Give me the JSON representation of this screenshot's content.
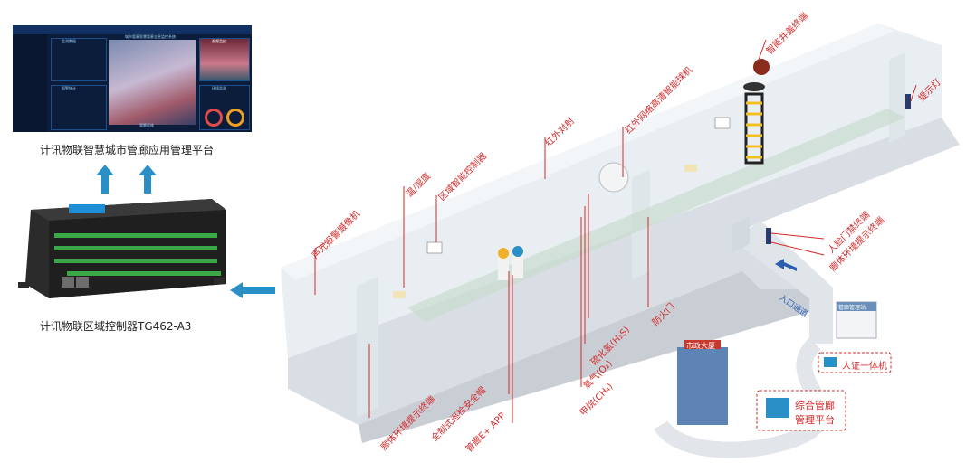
{
  "platform": {
    "caption": "计讯物联智慧城市管廊应用管理平台",
    "screen_title": "城市管廊智慧管廊全息监控系统",
    "panel_titles": [
      "监测数据",
      "视频监控",
      "环境监测",
      "报警统计"
    ],
    "bottom_label": "管廊运维"
  },
  "controller": {
    "caption": "计讯物联区域控制器TG462-A3"
  },
  "labels": {
    "sound_light_camera": "声光报警摄像机",
    "temp_humidity": "温/湿度",
    "zone_controller": "区域智能控制器",
    "infrared_beam": "红外对射",
    "ir_ball_camera": "红外网络高清智能球机",
    "smart_manhole": "智能井盖终端",
    "indicator_light": "提示灯",
    "access_control": "人脸门禁终端",
    "env_display_right": "廊体环境提示终端",
    "fire_door": "防火门",
    "h2s": "硫化氢(H₂S)",
    "o2": "氧气(O₂)",
    "ch4": "甲烷(CH₄)",
    "env_display_left": "廊体环境提示终端",
    "helmet": "全制式巡检安全帽",
    "app": "管廊E+ APP",
    "entry_sign": "入口通道",
    "city_hall": "市政大厦",
    "guard_house": "管廊管理站",
    "face_terminal": "人证一体机",
    "mgmt_platform_line1": "综合管廊",
    "mgmt_platform_line2": "管理平台"
  },
  "colors": {
    "accent_red": "#d42a2a",
    "arrow_blue": "#2a8fc6"
  }
}
